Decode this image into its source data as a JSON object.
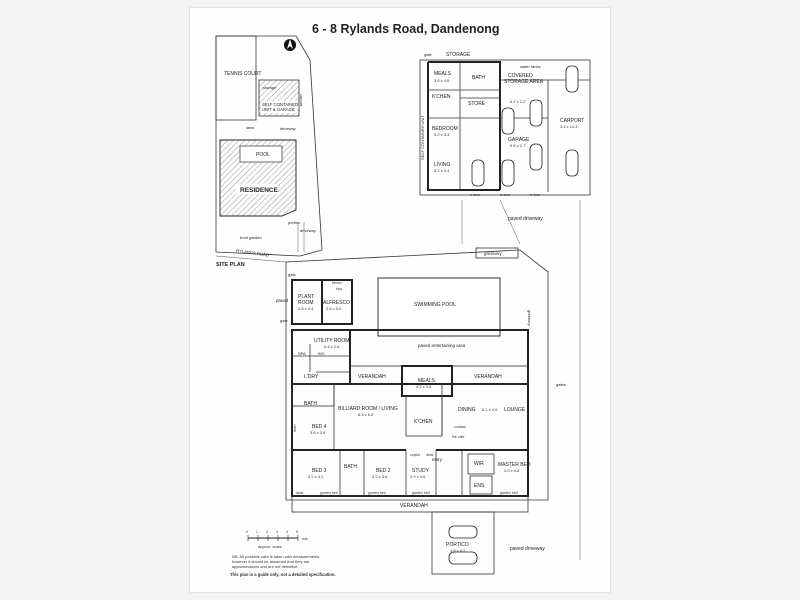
{
  "title": "6 - 8 Rylands Road, Dandenong",
  "site_plan": {
    "heading": "SITE PLAN",
    "tennis_court": "TENNIS COURT",
    "storage": "storage",
    "self_contained": [
      "SELF CONTAINED",
      "UNIT & GARAGE"
    ],
    "carport": "carport",
    "lawn": "lawn",
    "driveway": "driveway",
    "pool": "POOL",
    "residence": "RESIDENCE",
    "front_garden": "front garden",
    "rylands_road": "RYLANDS ROAD",
    "portico": "portico",
    "driveway2": "driveway"
  },
  "unit": {
    "gate": "gate",
    "storage": "STORAGE",
    "meals": {
      "name": "MEALS",
      "dim": "3.6 x 4.6"
    },
    "bath": "BATH",
    "water_tanks": "water tanks",
    "covered_storage": [
      "COVERED",
      "STORAGE AREA"
    ],
    "kitchen": "K'CHEN",
    "store": "STORE",
    "store_dim": "6.2 x 2.2",
    "bedroom": {
      "name": "BEDROOM",
      "dim": "3.2 x 3.3"
    },
    "garage": {
      "name": "GARAGE",
      "dim": "9.6 x 2.7"
    },
    "carport": {
      "name": "CARPORT",
      "dim": "3.4 x 14.4"
    },
    "living": {
      "name": "LIVING",
      "dim": "3.2 x 4.4"
    },
    "self_contained_unit": "SELF CONTAINED UNIT",
    "rr_door": "rr door",
    "paved_driveway": "paved driveway"
  },
  "house": {
    "greenery": "greenery",
    "greenery_side": "greenery",
    "gate": "gate",
    "paved": "paved",
    "plant_room": {
      "name": [
        "PLANT",
        "ROOM"
      ],
      "dim": "2.8 x 4.4"
    },
    "bench": "bench",
    "alfresco": {
      "name": "ALFRESCO",
      "dim": "2.8 x 5.0"
    },
    "bbq": "bbq",
    "swimming_pool": "SWIMMING POOL",
    "paved_entertaining": "paved entertaining area",
    "utility_room": {
      "name": "UTILITY ROOM",
      "dim": "6.4 x 2.6"
    },
    "coats": "coats",
    "spa": "SPA",
    "wc": "WC",
    "laundry": "L'DRY",
    "verandah_left": "VERANDAH",
    "verandah_right": "VERANDAH",
    "meals": {
      "name": "MEALS",
      "dim": "4.2 x 3.6"
    },
    "bath": "BATH",
    "billiard": {
      "name": "BILLIARD ROOM / LIVING",
      "dim": "6.4 x 6.0"
    },
    "kitchen": "K'CHEN",
    "dining": "DINING",
    "dining_dim": "8.1 x 4.6",
    "lounge": "LOUNGE",
    "cocktail": "cocktail",
    "fire_cafe": "fire cafe",
    "bed4": {
      "name": "BED 4",
      "dim": "3.6 x 3.6"
    },
    "linen": "linen",
    "entry": "entry",
    "wir": "WIR",
    "master": {
      "name": "MASTER BED",
      "dim": "4.0 x 4.8"
    },
    "bed3": {
      "name": "BED 3",
      "dim": "4.2 x 4.2"
    },
    "bath2": "BATH",
    "bed2": {
      "name": "BED 2",
      "dim": "4.2 x 3.6"
    },
    "study": {
      "name": "STUDY",
      "dim": "2.9 x 3.6"
    },
    "cupbd": "cupbd",
    "desk": "desk",
    "ens": "ENS",
    "garden_bed": "garden bed",
    "verandah_bottom": "VERANDAH",
    "gates": "gates",
    "portico": {
      "name": "PORTICO",
      "dim": "4.8 x 6.2"
    },
    "paved_driveway": "paved driveway"
  },
  "legend": {
    "scale_numbers": [
      "0",
      "1",
      "2",
      "3",
      "4",
      "5"
    ],
    "scale_unit": "mts",
    "scale_label": "approx. scale",
    "disclaimer": [
      "NB. All possible care is taken with measurements",
      "however it should be assumed that they are",
      "approximations and are not definitive."
    ],
    "footer": "This plan is a guide only, not a detailed specification."
  },
  "colors": {
    "wall": "#222222",
    "hatch": "#9a9a9a",
    "pool_fill": "#ffffff"
  }
}
